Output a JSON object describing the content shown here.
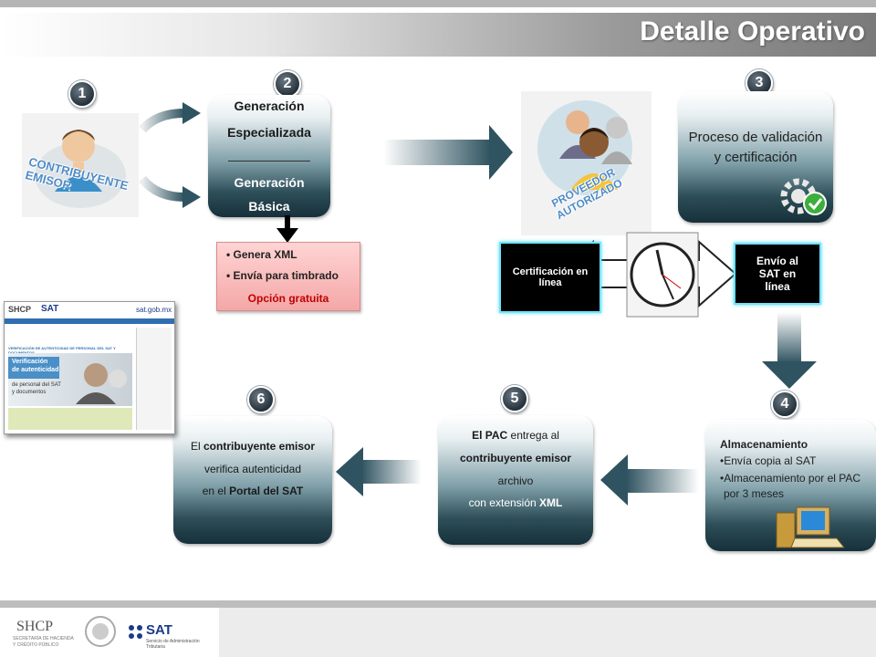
{
  "header": {
    "title": "Detalle Operativo"
  },
  "badges": [
    "1",
    "2",
    "3",
    "4",
    "5",
    "6"
  ],
  "contribuyente": {
    "label": "CONTRIBUYENTE EMISOR"
  },
  "generacion": {
    "line1": "Generación",
    "line2": "Especializada",
    "line3": "Generación",
    "line4": "Básica"
  },
  "genera_xml": {
    "item1": "Genera XML",
    "item2": "Envía para timbrado",
    "gratuita": "Opción gratuita"
  },
  "proveedor": {
    "label": "PROVEEDOR AUTORIZADO"
  },
  "proceso": {
    "line1": "Proceso de validación",
    "line2": "y certificación"
  },
  "certificacion": {
    "line1": "Certificación en",
    "line2": "línea"
  },
  "envio": {
    "line1": "Envío al",
    "line2": "SAT en",
    "line3": "línea"
  },
  "almacenamiento": {
    "title": "Almacenamiento",
    "item1": "Envía copia al SAT",
    "item2a": "Almacenamiento por el PAC",
    "item2b": "por 3 meses"
  },
  "pac": {
    "line1_bold": "El PAC",
    "line1_rest": " entrega al",
    "line2": "contribuyente emisor",
    "line3": "archivo",
    "line4_rest": "con extensión ",
    "line4_bold": "XML"
  },
  "verifica": {
    "line1_pre": "El ",
    "line1_bold": "contribuyente emisor",
    "line2": "verifica  autenticidad",
    "line3_pre": "en el ",
    "line3_bold": "Portal del SAT"
  },
  "sat_portal": {
    "shcp": "SHCP",
    "sat": "SAT",
    "url": "sat.gob.mx",
    "heading": "VERIFICACIÓN DE AUTENTICIDAD DE PERSONAL DEL SAT Y DOCUMENTOS",
    "banner_line1": "Verificación",
    "banner_line2": "de autenticidad",
    "banner_line3": "de personal del SAT",
    "banner_line4": "y documentos"
  },
  "footer": {
    "shcp": "SHCP",
    "shcp_sub1": "SECRETARÍA DE HACIENDA",
    "shcp_sub2": "Y CRÉDITO PÚBLICO",
    "sat": "SAT",
    "sat_sub": "Servicio de Administración Tributaria"
  },
  "colors": {
    "teal_dark": "#16303a",
    "teal_mid": "#2f5360",
    "cyan_glow": "#6fe3ff",
    "pink": "#f4a7a7",
    "red_text": "#c00000"
  }
}
